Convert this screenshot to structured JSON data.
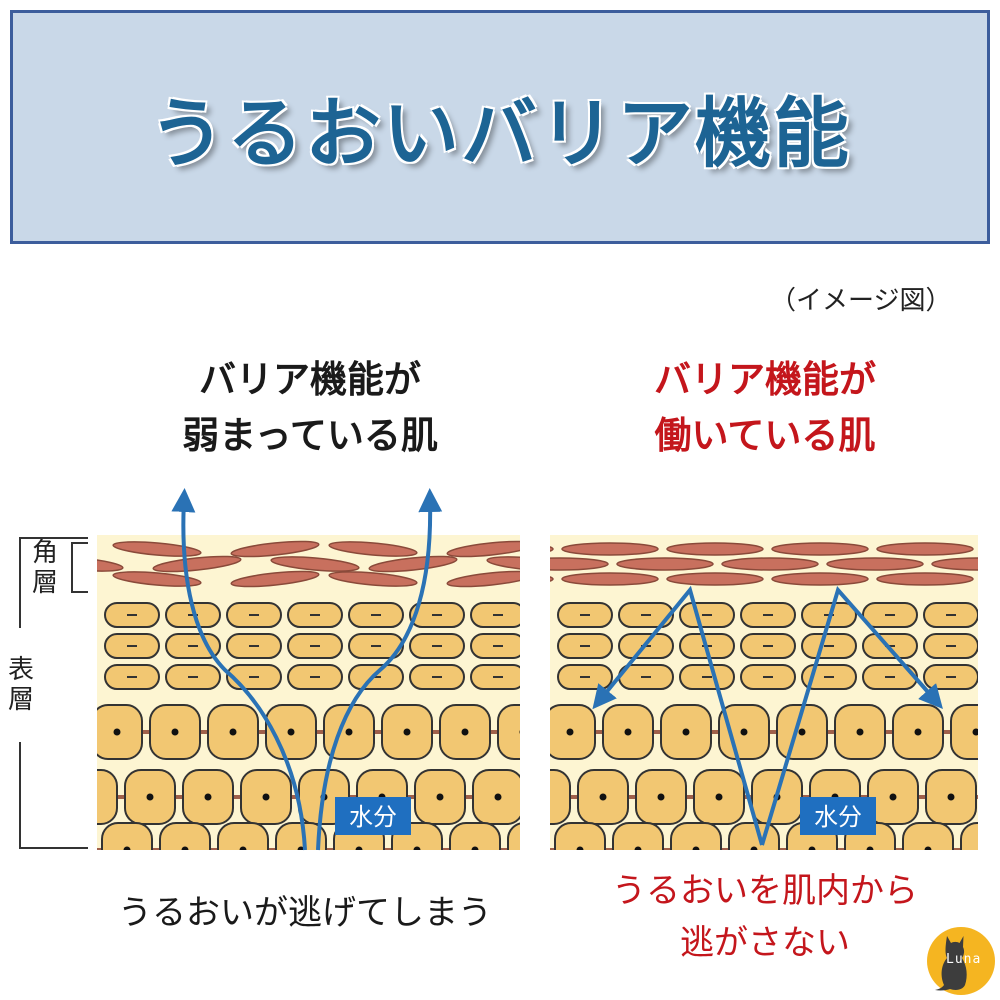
{
  "header": {
    "title": "うるおいバリア機能"
  },
  "note": "（イメージ図）",
  "left_panel": {
    "heading": [
      "バリア機能が",
      "弱まっている肌"
    ],
    "water_label": "水分",
    "caption": "うるおいが逃げてしまう"
  },
  "right_panel": {
    "heading": [
      "バリア機能が",
      "働いている肌"
    ],
    "water_label": "水分",
    "caption": [
      "うるおいを肌内から",
      "逃がさない"
    ]
  },
  "layer_labels": {
    "stratum_corneum": "角層",
    "epidermis": "表層"
  },
  "logo": {
    "text": "Luna"
  },
  "colors": {
    "title_bg": "#c9d8e8",
    "title_text": "#1d6494",
    "accent_red": "#c4161c",
    "arrow_blue": "#2a72b5",
    "corneum": "#c8705e",
    "cell": "#f2c772",
    "panel_bg": "#fdf5d2",
    "logo": "#f5b521"
  }
}
